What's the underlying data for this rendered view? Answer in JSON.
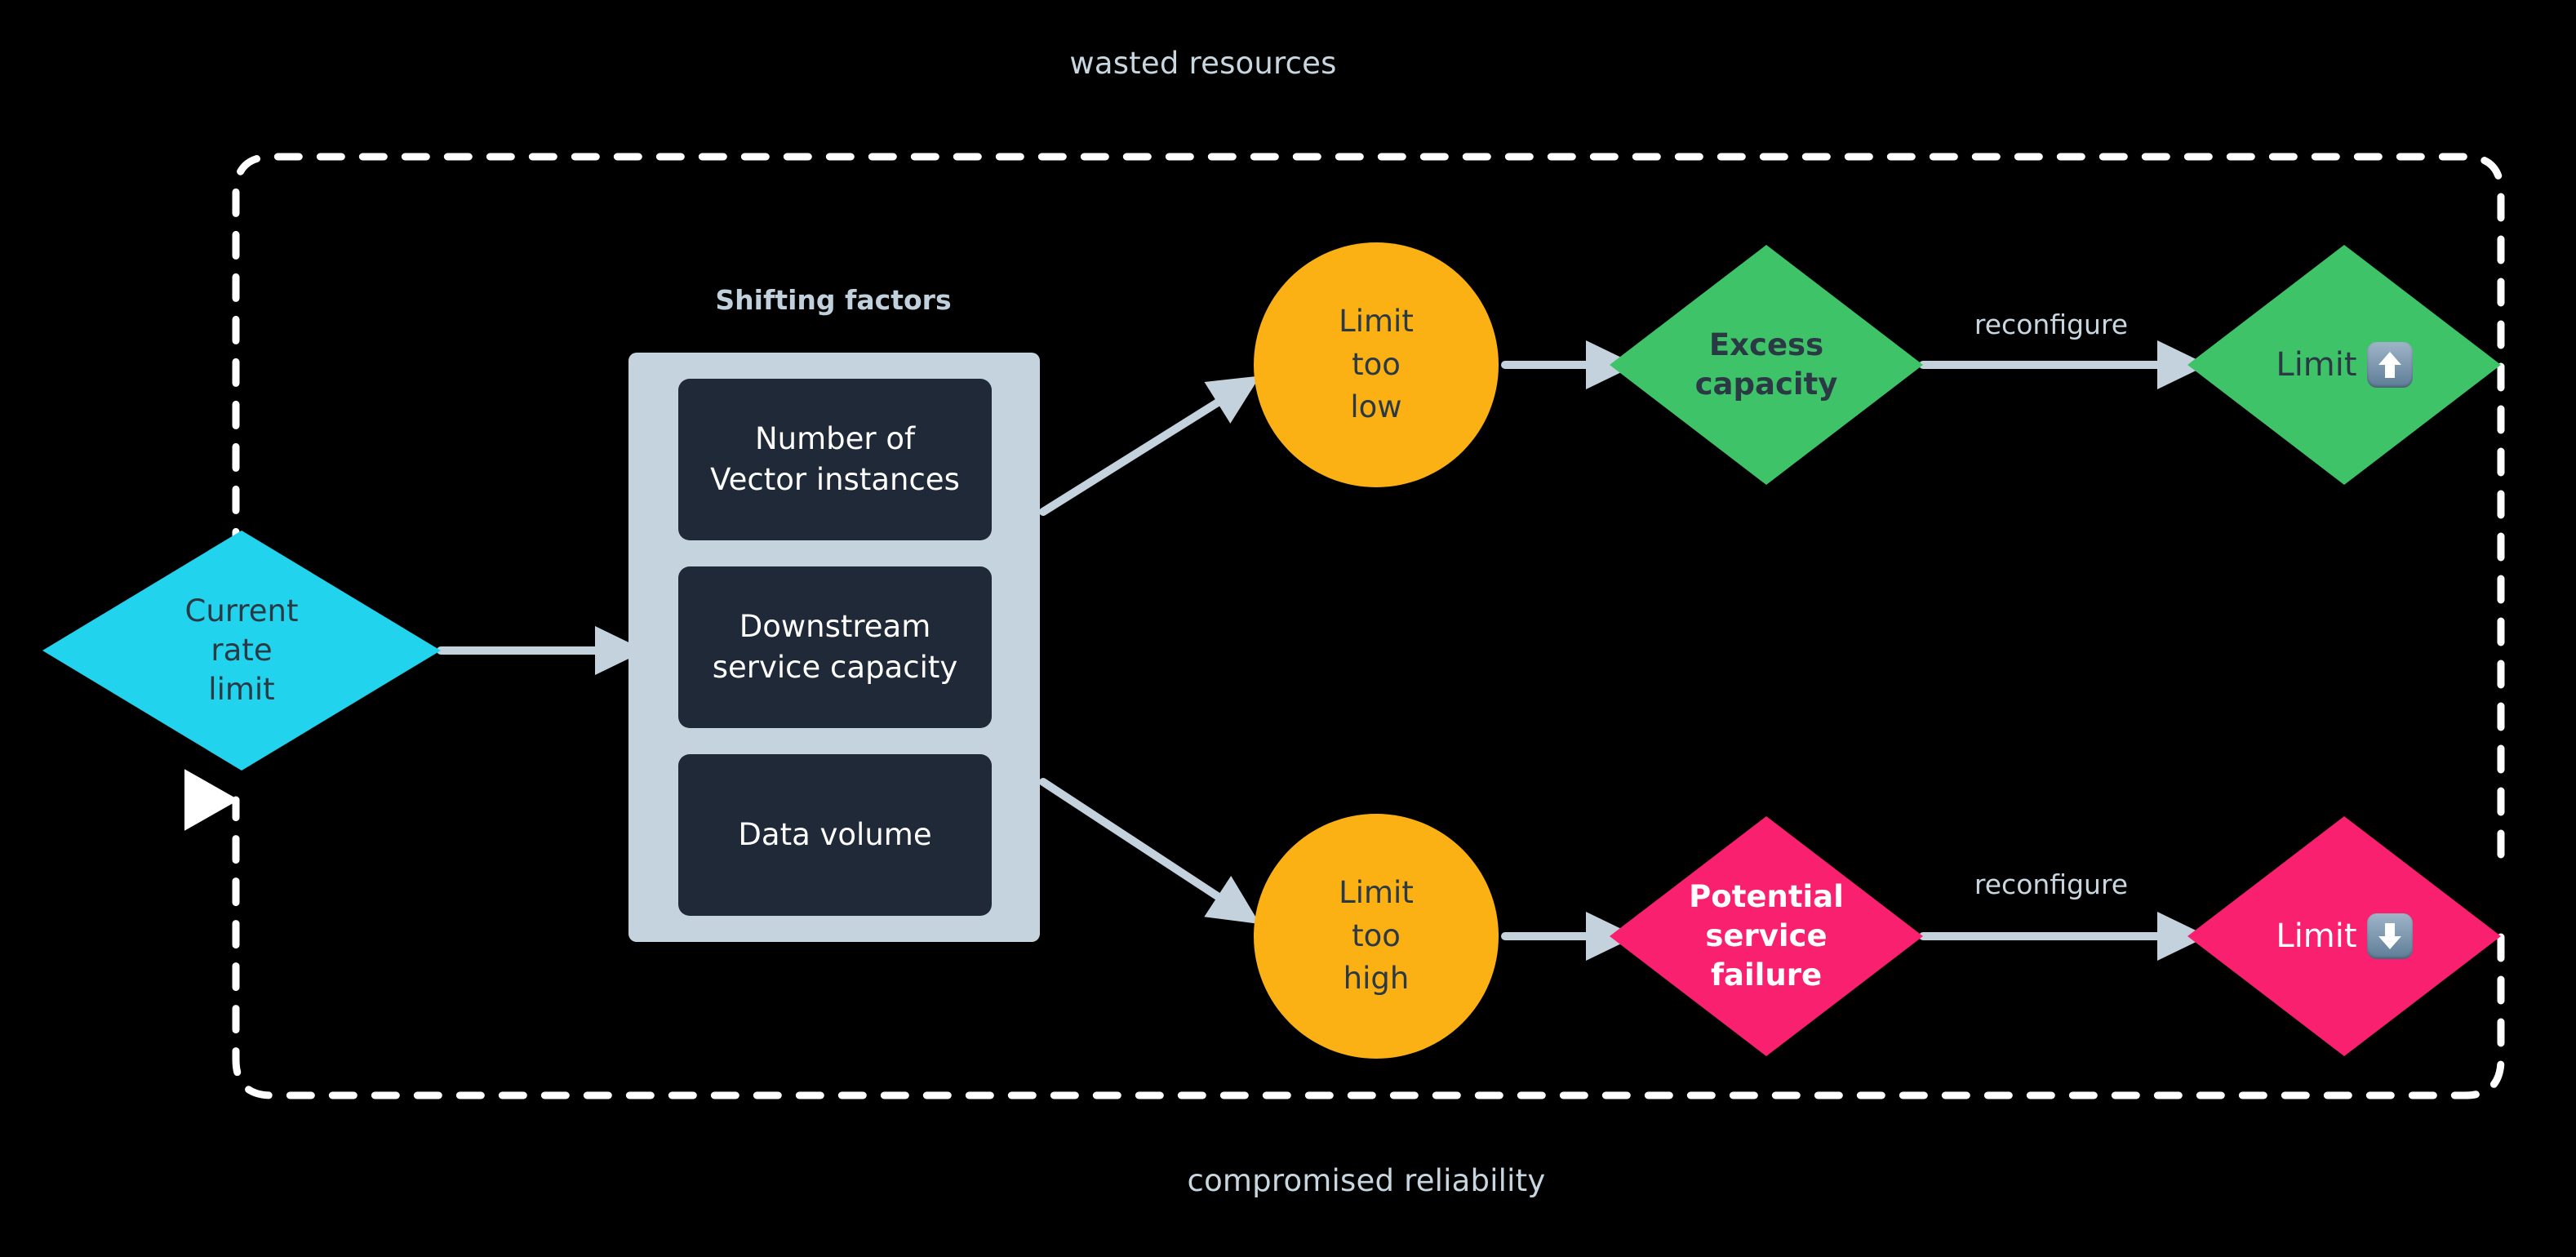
{
  "theme": {
    "background": "#000000",
    "caption_color": "#c8d6e0",
    "panel_bg": "#c4d3de",
    "factor_bg": "#1f2937",
    "factor_text": "#ffffff",
    "cyan": "#22d3ee",
    "orange": "#fbb014",
    "green": "#3fc368",
    "pink": "#f9206f",
    "dark_text": "#2b3945",
    "arrow_color": "#c3d2dd",
    "loop_color": "#ffffff"
  },
  "captions": {
    "top": "wasted resources",
    "bottom": "compromised reliability"
  },
  "group": {
    "title": "Shifting factors",
    "factors": [
      {
        "label": "Number of\nVector instances"
      },
      {
        "label": "Downstream\nservice capacity"
      },
      {
        "label": "Data volume"
      }
    ]
  },
  "nodes": {
    "current_limit": {
      "label": "Current\nrate\nlimit",
      "shape": "diamond",
      "color": "#22d3ee"
    },
    "limit_too_low": {
      "label": "Limit\ntoo\nlow",
      "shape": "circle",
      "color": "#fbb014"
    },
    "limit_too_high": {
      "label": "Limit\ntoo\nhigh",
      "shape": "circle",
      "color": "#fbb014"
    },
    "excess_capacity": {
      "label": "Excess\ncapacity",
      "shape": "diamond",
      "color": "#3fc368"
    },
    "potential_failure": {
      "label": "Potential\nservice\nfailure",
      "shape": "diamond",
      "color": "#f9206f"
    },
    "limit_up": {
      "label": "Limit",
      "icon": "arrow-up-emoji",
      "shape": "diamond",
      "color": "#3fc368"
    },
    "limit_down": {
      "label": "Limit",
      "icon": "arrow-down-emoji",
      "shape": "diamond",
      "color": "#f9206f"
    }
  },
  "edges": [
    {
      "from": "current_limit",
      "to": "shifting_factors",
      "label": ""
    },
    {
      "from": "shifting_factors",
      "to": "limit_too_low",
      "label": ""
    },
    {
      "from": "shifting_factors",
      "to": "limit_too_high",
      "label": ""
    },
    {
      "from": "limit_too_low",
      "to": "excess_capacity",
      "label": ""
    },
    {
      "from": "limit_too_high",
      "to": "potential_failure",
      "label": ""
    },
    {
      "from": "excess_capacity",
      "to": "limit_up",
      "label": "reconfigure"
    },
    {
      "from": "potential_failure",
      "to": "limit_down",
      "label": "reconfigure"
    },
    {
      "from": "limit_up",
      "to": "current_limit",
      "label": "wasted resources",
      "style": "dashed"
    },
    {
      "from": "limit_down",
      "to": "current_limit",
      "label": "compromised reliability",
      "style": "dashed"
    }
  ],
  "edge_labels": {
    "reconfigure_top": "reconfigure",
    "reconfigure_bottom": "reconfigure"
  }
}
